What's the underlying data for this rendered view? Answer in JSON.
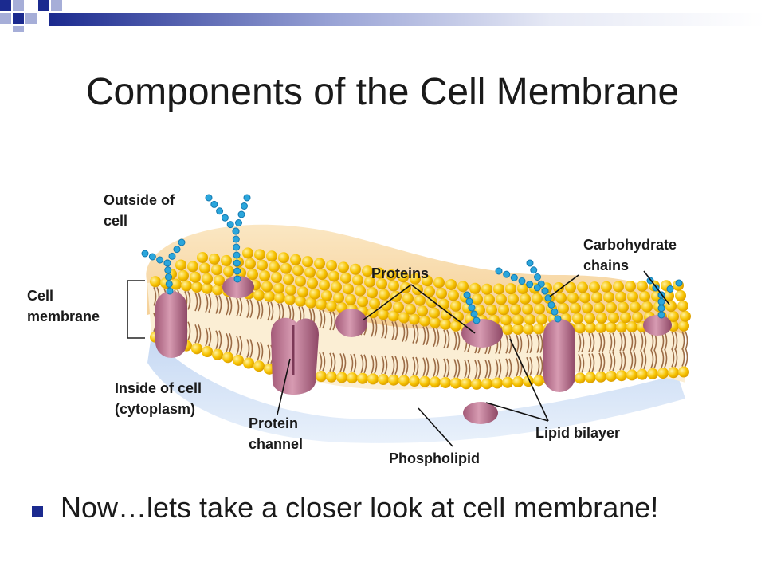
{
  "slide": {
    "title": "Components of the Cell Membrane",
    "bullet": "Now…lets take a closer look at cell membrane!"
  },
  "labels": {
    "outside_line1": "Outside of",
    "outside_line2": "cell",
    "cell_membrane_line1": "Cell",
    "cell_membrane_line2": "membrane",
    "inside_line1": "Inside of cell",
    "inside_line2": "(cytoplasm)",
    "protein_channel_line1": "Protein",
    "protein_channel_line2": "channel",
    "proteins": "Proteins",
    "carbohydrate_line1": "Carbohydrate",
    "carbohydrate_line2": "chains",
    "phospholipid": "Phospholipid",
    "lipid_bilayer": "Lipid bilayer"
  },
  "colors": {
    "accent": "#1b2a8f",
    "decor_light": "#a6aed8",
    "head_yellow": "#f5c400",
    "membrane_tan": "#f9deb0",
    "protein_pink": "#b9708e",
    "carb_blue": "#2aa6dc",
    "cytoplasm_blue": "#aac6ee"
  }
}
